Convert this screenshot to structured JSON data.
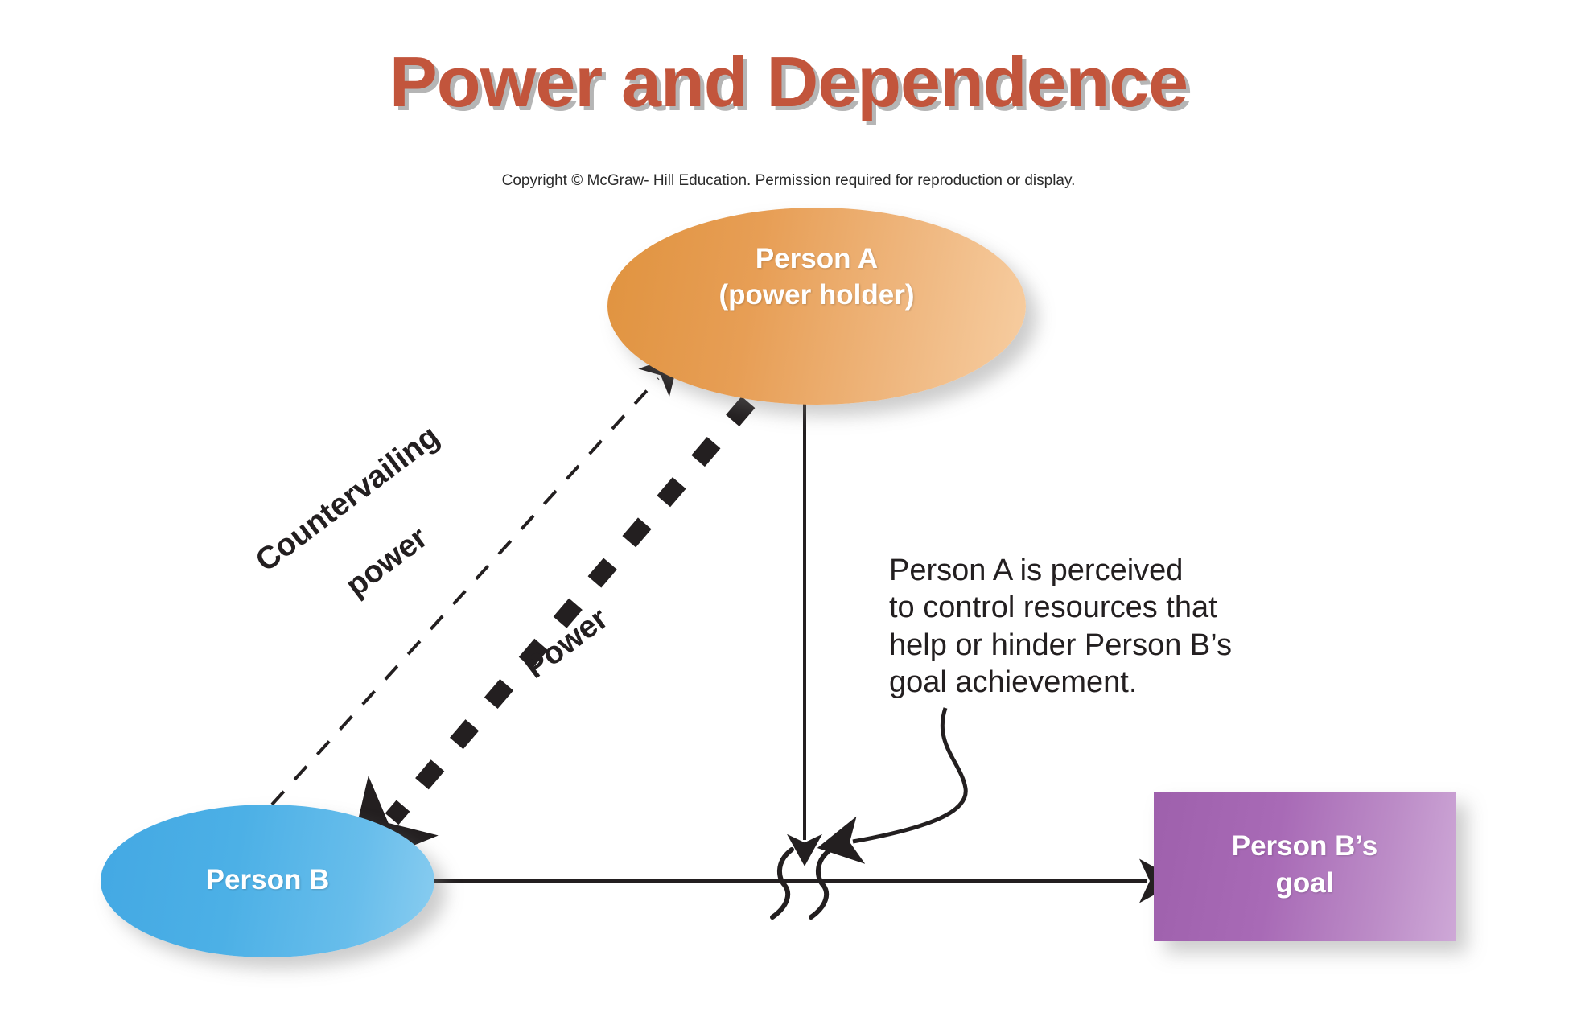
{
  "page": {
    "title": "Power and Dependence",
    "copyright": "Copyright © McGraw- Hill Education. Permission required for reproduction or display.",
    "background_color": "#ffffff"
  },
  "colors": {
    "title_text": "#C2553C",
    "title_shadow": "#787878",
    "person_a_fill_dark": "#E0933F",
    "person_a_fill_light": "#F7CEA2",
    "person_b_fill_dark": "#43A8E3",
    "person_b_fill_light": "#8ACDF0",
    "goal_fill_dark": "#9E60AC",
    "goal_fill_light": "#CEA8D7",
    "node_label_text": "#ffffff",
    "edge_stroke": "#231f20",
    "body_text": "#231f20"
  },
  "nodes": {
    "person_a": {
      "label_line1": "Person A",
      "label_line2": "(power holder)",
      "shape": "ellipse"
    },
    "person_b": {
      "label_line1": "Person B",
      "shape": "ellipse"
    },
    "goal": {
      "label_line1": "Person B’s",
      "label_line2": "goal",
      "shape": "rectangle"
    }
  },
  "edges": {
    "countervailing": {
      "label_line1": "Countervailing",
      "label_line2": "power",
      "style": "thin-dashed",
      "from": "person_b",
      "to": "person_a"
    },
    "power": {
      "label_line1": "Power",
      "style": "thick-dashed",
      "from": "person_a",
      "to": "person_b"
    },
    "control": {
      "style": "solid-arrow",
      "from": "person_a",
      "to": "dependence-break"
    },
    "goal_path": {
      "style": "solid-arrow",
      "from": "person_b",
      "to": "goal"
    },
    "callout": {
      "style": "curved-arrow",
      "from": "annotation",
      "to": "dependence-break"
    }
  },
  "annotation": {
    "line1": "Person A is perceived",
    "line2": "to control resources that",
    "line3": "help or hinder Person B’s",
    "line4": "goal achievement."
  }
}
